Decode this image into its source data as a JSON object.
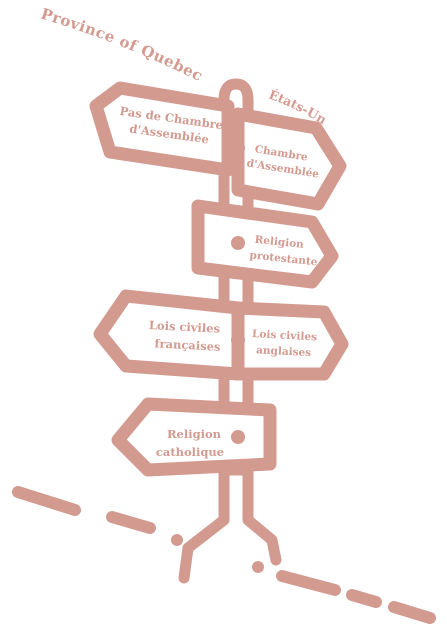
{
  "title_left": "Province of Quebec",
  "title_right": "États-Unis",
  "colors": {
    "accent": "#d39a90",
    "background": "#ffffff"
  },
  "signs": [
    {
      "left": [
        "Pas de Chambre",
        "d'Assemblée"
      ],
      "right": [
        "Chambre",
        "d'Assemblée"
      ]
    },
    {
      "left": [],
      "right": [
        "Religion",
        "protestante"
      ]
    },
    {
      "left": [
        "Lois civiles",
        "françaises"
      ],
      "right": [
        "Lois civiles",
        "anglaises"
      ]
    },
    {
      "left": [
        "Religion",
        "catholique"
      ],
      "right": []
    }
  ]
}
